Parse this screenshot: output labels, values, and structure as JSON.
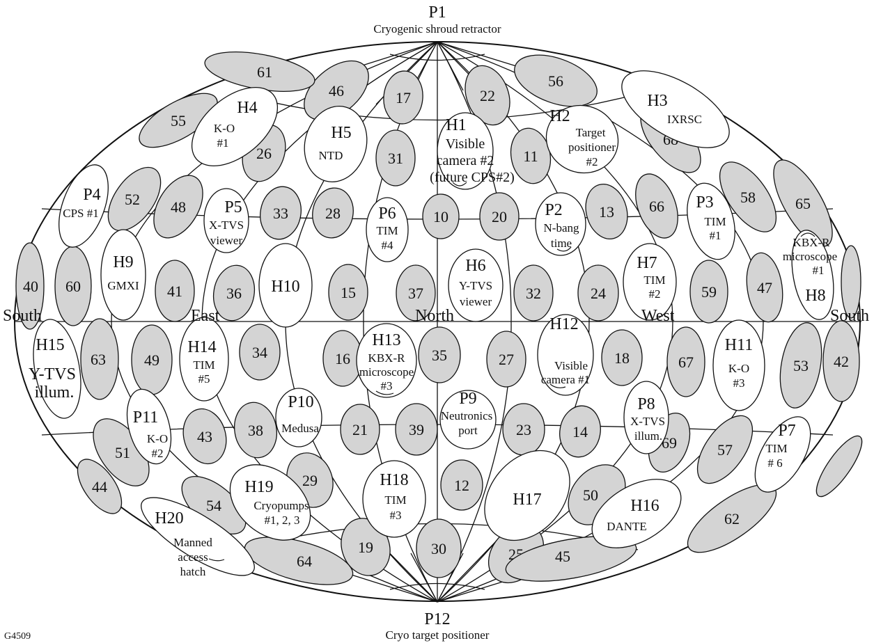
{
  "top_label": {
    "id": "P1",
    "desc": "Cryogenic shroud retractor"
  },
  "bottom_label": {
    "id": "P12",
    "desc": "Cryo target positioner"
  },
  "figure_code": "G4509",
  "directions": {
    "south_left": "South",
    "east": "East",
    "north": "North",
    "west": "West",
    "south_right": "South"
  },
  "colors": {
    "diagnostic_port_fill": "#d4d4d4",
    "named_port_fill": "#ffffff",
    "line": "#111111"
  },
  "numbered_ports": [
    "10",
    "11",
    "12",
    "13",
    "14",
    "15",
    "16",
    "17",
    "18",
    "19",
    "20",
    "21",
    "22",
    "23",
    "24",
    "25",
    "26",
    "27",
    "28",
    "29",
    "30",
    "31",
    "32",
    "33",
    "34",
    "35",
    "36",
    "37",
    "38",
    "39",
    "40",
    "41",
    "42",
    "43",
    "44",
    "45",
    "46",
    "47",
    "48",
    "49",
    "50",
    "51",
    "52",
    "53",
    "54",
    "55",
    "56",
    "57",
    "58",
    "59",
    "60",
    "61",
    "62",
    "63",
    "64",
    "65",
    "66",
    "67",
    "68",
    "69"
  ],
  "named_ports": [
    {
      "id": "H1",
      "lines": [
        "Visible",
        "camera #2",
        "(future CPS#2)"
      ]
    },
    {
      "id": "H2",
      "lines": [
        "Target",
        "positioner",
        "#2"
      ]
    },
    {
      "id": "H3",
      "lines": [
        "IXRSC"
      ]
    },
    {
      "id": "H4",
      "lines": [
        "K-O",
        "#1"
      ]
    },
    {
      "id": "H5",
      "lines": [
        "NTD"
      ]
    },
    {
      "id": "H6",
      "lines": [
        "Y-TVS",
        "viewer"
      ]
    },
    {
      "id": "H7",
      "lines": [
        "TIM",
        "#2"
      ]
    },
    {
      "id": "H8",
      "lines": [
        "KBX-R",
        "microscope",
        "#1"
      ]
    },
    {
      "id": "H9",
      "lines": [
        "GMXI"
      ]
    },
    {
      "id": "H10",
      "lines": []
    },
    {
      "id": "H11",
      "lines": [
        "K-O",
        "#3"
      ]
    },
    {
      "id": "H12",
      "lines": [
        "Visible",
        "camera #1"
      ]
    },
    {
      "id": "H13",
      "lines": [
        "KBX-R",
        "microscope",
        "#3"
      ]
    },
    {
      "id": "H14",
      "lines": [
        "TIM",
        "#5"
      ]
    },
    {
      "id": "H15",
      "lines": [
        "Y-TVS",
        "illum."
      ]
    },
    {
      "id": "H16",
      "lines": [
        "DANTE"
      ]
    },
    {
      "id": "H17",
      "lines": []
    },
    {
      "id": "H18",
      "lines": [
        "TIM",
        "#3"
      ]
    },
    {
      "id": "H19",
      "lines": [
        "Cryopumps",
        "#1, 2, 3"
      ]
    },
    {
      "id": "H20",
      "lines": [
        "Manned",
        "access",
        "hatch"
      ]
    },
    {
      "id": "P2",
      "lines": [
        "N-bang",
        "time"
      ]
    },
    {
      "id": "P3",
      "lines": [
        "TIM",
        "#1"
      ]
    },
    {
      "id": "P4",
      "lines": [
        "CPS #1"
      ]
    },
    {
      "id": "P5",
      "lines": [
        "X-TVS",
        "viewer"
      ]
    },
    {
      "id": "P6",
      "lines": [
        "TIM",
        "#4"
      ]
    },
    {
      "id": "P7",
      "lines": [
        "TIM",
        "# 6"
      ]
    },
    {
      "id": "P8",
      "lines": [
        "X-TVS",
        "illum."
      ]
    },
    {
      "id": "P9",
      "lines": [
        "Neutronics",
        "port"
      ]
    },
    {
      "id": "P10",
      "lines": [
        "Medusa"
      ]
    },
    {
      "id": "P11",
      "lines": [
        "K-O",
        "#2"
      ]
    }
  ]
}
